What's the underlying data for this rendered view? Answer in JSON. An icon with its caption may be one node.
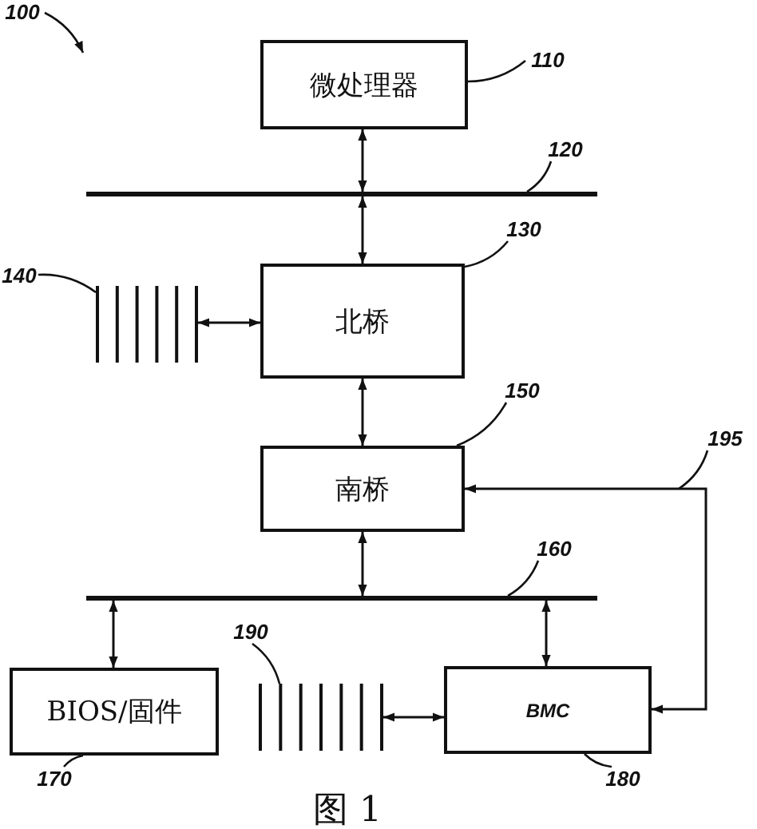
{
  "diagram": {
    "caption": "图 1",
    "nodes": [
      {
        "text": [
          "微处理器"
        ]
      },
      {
        "text": [],
        "shape": "bar"
      },
      {
        "text": [
          "北桥"
        ]
      },
      {
        "text": [],
        "shape": "bar"
      },
      {
        "text": [
          "南桥"
        ]
      },
      {
        "text": [],
        "shape": "bar"
      },
      {
        "text": [
          "BIOS/固件"
        ]
      },
      {
        "text": [],
        "shape": "bar"
      },
      {
        "text": [
          "BMC"
        ]
      },
      {
        "text": [
          "100"
        ]
      },
      {
        "text": [
          "110"
        ]
      },
      {
        "text": [
          "120"
        ]
      },
      {
        "text": [
          "130"
        ]
      },
      {
        "text": [
          "140"
        ]
      },
      {
        "text": [
          "150"
        ]
      },
      {
        "text": [
          "160"
        ]
      },
      {
        "text": [
          "170"
        ]
      },
      {
        "text": [
          "180"
        ]
      },
      {
        "text": [
          "190"
        ]
      },
      {
        "text": [
          "195"
        ]
      }
    ],
    "edges": [
      {
        "from": 0,
        "to": 1,
        "arrow": "both"
      },
      {
        "from": 1,
        "to": 2,
        "arrow": "both"
      },
      {
        "from": 3,
        "to": 2,
        "arrow": "both"
      },
      {
        "from": 2,
        "to": 4,
        "arrow": "both"
      },
      {
        "from": 4,
        "to": 5,
        "arrow": "both"
      },
      {
        "from": 5,
        "to": 6,
        "arrow": "both"
      },
      {
        "from": 5,
        "to": 8,
        "arrow": "both"
      },
      {
        "from": 7,
        "to": 8,
        "arrow": "both"
      },
      {
        "from": 8,
        "to": 4,
        "arrow": "both"
      },
      {
        "from": 9,
        "to": null,
        "arrow": "to"
      },
      {
        "from": 10,
        "to": 0,
        "arrow": "none"
      },
      {
        "from": 11,
        "to": 1,
        "arrow": "none"
      },
      {
        "from": 12,
        "to": 2,
        "arrow": "none"
      },
      {
        "from": 13,
        "to": 3,
        "arrow": "none"
      },
      {
        "from": 14,
        "to": 4,
        "arrow": "none"
      },
      {
        "from": 15,
        "to": 5,
        "arrow": "none"
      },
      {
        "from": 16,
        "to": 6,
        "arrow": "none"
      },
      {
        "from": 17,
        "to": 8,
        "arrow": "none"
      },
      {
        "from": 18,
        "to": 7,
        "arrow": "none"
      },
      {
        "from": 19,
        "to": null,
        "arrow": "none"
      }
    ]
  }
}
